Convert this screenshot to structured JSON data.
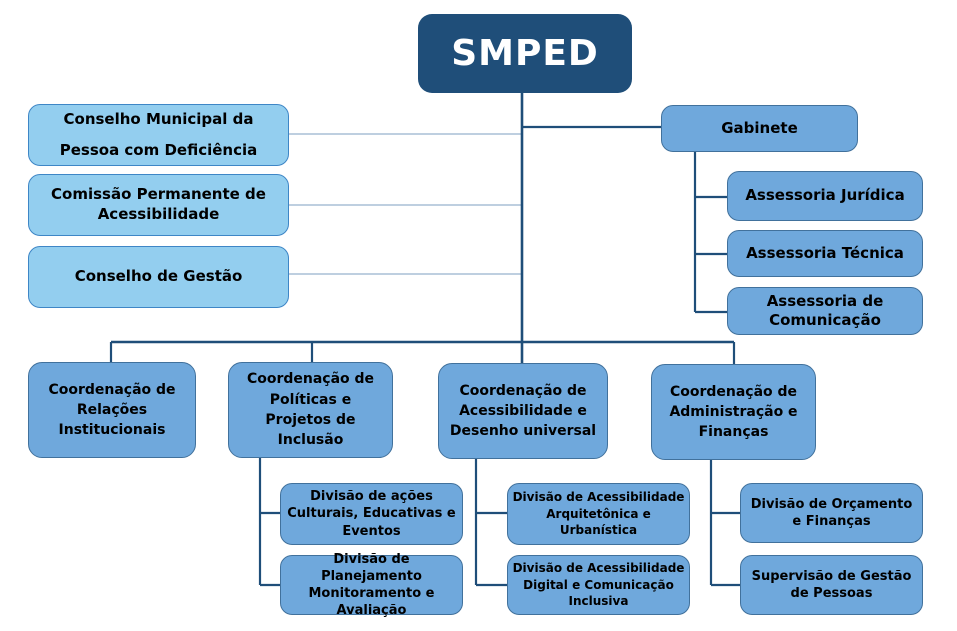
{
  "org": {
    "root": {
      "label": "SMPED"
    },
    "councils": [
      {
        "label": "Conselho Municipal da\nPessoa com Deficiência"
      },
      {
        "label": "Comissão Permanente de\nAcessibilidade"
      },
      {
        "label": "Conselho de Gestão"
      }
    ],
    "gabinete": {
      "label": "Gabinete",
      "children": [
        {
          "label": "Assessoria Jurídica"
        },
        {
          "label": "Assessoria Técnica"
        },
        {
          "label": "Assessoria de\nComunicação"
        }
      ]
    },
    "coordenacoes": [
      {
        "label": "Coordenação de\nRelações\nInstitucionais",
        "children": []
      },
      {
        "label": "Coordenação de\nPolíticas e\nProjetos de\nInclusão",
        "children": [
          {
            "label": "Divisão de ações\nCulturais, Educativas e\nEventos"
          },
          {
            "label": "Divisão de Planejamento\nMonitoramento e\nAvaliação"
          }
        ]
      },
      {
        "label": "Coordenação de\nAcessibilidade e\nDesenho universal",
        "children": [
          {
            "label": "Divisão de Acessibilidade\nArquitetônica e\nUrbanística"
          },
          {
            "label": "Divisão de Acessibilidade\nDigital e Comunicação\nInclusiva"
          }
        ]
      },
      {
        "label": "Coordenação de\nAdministração e\nFinanças",
        "children": [
          {
            "label": "Divisão de Orçamento\ne Finanças"
          },
          {
            "label": "Supervisão de Gestão\nde Pessoas"
          }
        ]
      }
    ],
    "colors": {
      "root_fill": "#1F4E79",
      "light_fill": "#93CEEF",
      "medium_fill": "#6FA8DC",
      "light_border": "#3E86C6",
      "medium_border": "#41719C",
      "line_dark": "#1F4E79",
      "line_light": "#A9BFD6",
      "text_dark": "#000000",
      "text_light": "#FFFFFF"
    }
  }
}
